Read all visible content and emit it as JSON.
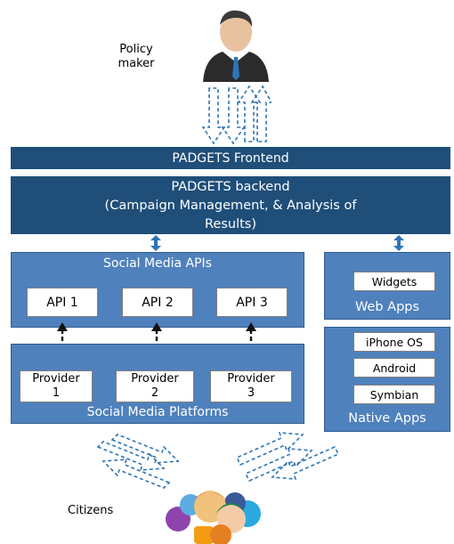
{
  "people": {
    "policy_maker_label": "Policy\nmaker",
    "citizens_label": "Citizens"
  },
  "frontend": {
    "label": "PADGETS Frontend"
  },
  "backend": {
    "line1": "PADGETS backend",
    "line2": "(Campaign Management,  & Analysis of",
    "line3": "Results)"
  },
  "social_media_apis": {
    "title": "Social Media APIs",
    "apis": [
      "API  1",
      "API  2",
      "API  3"
    ]
  },
  "social_media_platforms": {
    "title": "Social Media Platforms",
    "providers": [
      {
        "line1": "Provider",
        "line2": "1"
      },
      {
        "line1": "Provider",
        "line2": "2"
      },
      {
        "line1": "Provider",
        "line2": "3"
      }
    ]
  },
  "web_apps": {
    "title": "Web Apps",
    "items": [
      "Widgets"
    ]
  },
  "native_apps": {
    "title": "Native Apps",
    "items": [
      "iPhone OS",
      "Android",
      "Symbian"
    ]
  },
  "colors": {
    "dark_blue": "#1f4e79",
    "mid_blue": "#4f81bd",
    "arrow_blue": "#2e75b6"
  }
}
